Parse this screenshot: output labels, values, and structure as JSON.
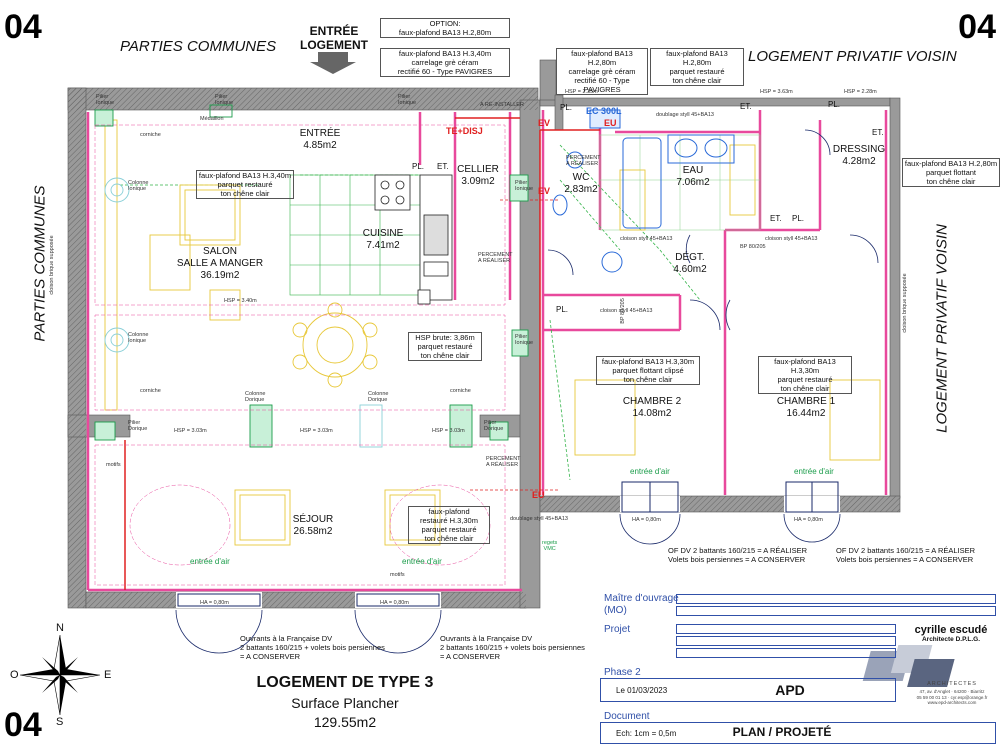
{
  "sheet": {
    "number": "04"
  },
  "headings": {
    "parties_communes_top": "PARTIES COMMUNES",
    "parties_communes_side": "PARTIES COMMUNES",
    "logement_voisin_top": "LOGEMENT PRIVATIF VOISIN",
    "logement_voisin_side": "LOGEMENT PRIVATIF VOISIN",
    "entree_logement": "ENTRÉE\nLOGEMENT"
  },
  "notes": {
    "option": "OPTION:\nfaux-plafond BA13 H.2,80m",
    "entree_ceiling": "faux-plafond BA13 H.3,40m\ncarrelage grè céram\nrectifié 60 - Type PAVIGRES",
    "wc_ceiling": "faux-plafond BA13 H.2,80m\ncarrelage grè céram\nrectifié 60 - Type PAVIGRES",
    "eau_ceiling": "faux-plafond BA13 H.2,80m\nparquet restauré\nton chêne clair",
    "salon_ceiling": "faux-plafond BA13 H.3,40m\nparquet restauré\nton chêne clair",
    "dressing_ceiling": "faux-plafond BA13 H.2,80m\nparquet flottant\nton chêne clair",
    "hsp_brute": "HSP brute: 3,86m\nparquet restauré\nton chêne clair",
    "chambre2_ceiling": "faux-plafond BA13 H.3,30m\nparquet flottant clipsé\nton chêne clair",
    "chambre1_ceiling": "faux-plafond BA13 H.3,30m\nparquet restauré\nton chêne clair",
    "sejour_ceiling": "faux-plafond\nrestauré H.3,30m\nparquet restauré\nton chêne clair",
    "of_dv_left": "OF DV 2 battants 160/215 = A RÉALISER\nVolets bois persiennes = A CONSERVER",
    "of_dv_right": "OF DV 2 battants 160/215 = A RÉALISER\nVolets bois persiennes = A CONSERVER",
    "ouvrants_left": "Ouvrants à la Française DV\n2 battants 160/215 + volets bois persiennes\n= A CONSERVER",
    "ouvrants_right": "Ouvrants à la Française DV\n2 battants 160/215 + volets bois persiennes\n= A CONSERVER"
  },
  "rooms": [
    {
      "name": "ENTRÉE",
      "area": "4.85m2"
    },
    {
      "name": "CELLIER",
      "area": "3.09m2"
    },
    {
      "name": "WC",
      "area": "2.83m2"
    },
    {
      "name": "EAU",
      "area": "7.06m2"
    },
    {
      "name": "DRESSING",
      "area": "4.28m2"
    },
    {
      "name": "CUISINE",
      "area": "7.41m2"
    },
    {
      "name": "SALON\nSALLE A MANGER",
      "area": "36.19m2"
    },
    {
      "name": "DÉGT.",
      "area": "4.60m2"
    },
    {
      "name": "CHAMBRE 2",
      "area": "14.08m2"
    },
    {
      "name": "CHAMBRE 1",
      "area": "16.44m2"
    },
    {
      "name": "SÉJOUR",
      "area": "26.58m2"
    }
  ],
  "labels": {
    "pilier_ionique": "Pilier\nIonique",
    "pilier_dorique": "Pilier\nDorique",
    "colonne_ionique": "Colonne\nIonique",
    "colonne_dorique": "Colonne\nDorique",
    "corniche": "corniche",
    "medaillon": "Médaillon",
    "motifs": "motifs",
    "entree_air": "entrée d'air",
    "hsp_340": "HSP = 3.40m",
    "hsp_303": "HSP = 3.03m",
    "hsp_235": "HSP = 2.35m",
    "hsp_363": "HSP = 3.63m",
    "hsp_228": "HSP = 2.28m",
    "ha_080": "HA = 0,80m",
    "bp_80_205": "BP 80/205",
    "te_disj": "TE+DISJ",
    "ec": "EC 300L",
    "ev": "EV",
    "eu": "EU",
    "pl": "PL.",
    "et": "ET.",
    "vmc": "regets\nVMC",
    "percement": "PERCEMENT\nA RÉALISER",
    "doublage": "doublage styll 45+BA13",
    "cloison": "cloison styll 45+BA13",
    "a_reinstaller": "A RÉ-INSTALLER",
    "cloison_brique": "cloison brique supposée",
    "north": "N",
    "south": "S",
    "east": "E",
    "west": "O"
  },
  "summary": {
    "title": "LOGEMENT DE TYPE 3",
    "subtitle": "Surface Plancher",
    "area": "129.55m2"
  },
  "title_block": {
    "maitre_label": "Maître d'ouvrage\n(MO)",
    "projet_label": "Projet",
    "phase_label": "Phase 2",
    "date": "Le 01/03/2023",
    "phase_value": "APD",
    "document_label": "Document",
    "scale": "Ech: 1cm = 0,5m",
    "document_value": "PLAN / PROJETÉ",
    "architect_name": "cyrille escudé",
    "architect_sub": "Architecte D.P.L.G.",
    "firm": "ARCHITECTES",
    "address": "47, av. d'Anglet · 64200 · Biarritz\n05 59 00 01 13 · cyr.esp@orange.fr\nwww.epd-architects.com"
  },
  "colors": {
    "wall": "#8a8a8a",
    "new_partition": "#e8499c",
    "electric": "#e02020",
    "wet": "#2a6ad8",
    "furniture": "#e8c83a",
    "green": "#34b44a",
    "cyan": "#38b8c8",
    "title_blue": "#3050a8"
  }
}
